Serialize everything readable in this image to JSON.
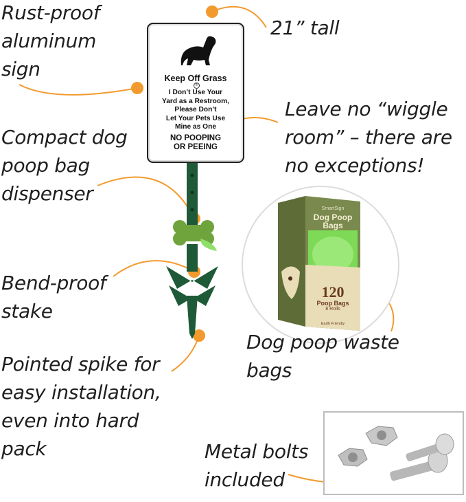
{
  "callouts": {
    "rust_proof": "Rust-proof\naluminum\nsign",
    "tall": "21” tall",
    "wiggle": "Leave no “wiggle\nroom” – there are\nno exceptions!",
    "dispenser": "Compact dog\npoop bag\ndispenser",
    "bend_proof": "Bend-proof\nstake",
    "waste_bags": "Dog poop waste\nbags",
    "spike": "Pointed spike for\neasy installation,\neven into hard\npack",
    "bolts": "Metal bolts\nincluded"
  },
  "sign": {
    "title": "Keep Off Grass",
    "body": "I Don’t Use Your\nYard as a Restroom,\nPlease Don’t\nLet Your Pets Use\nMine as One",
    "warning": "NO POOPING\nOR PEEING"
  },
  "box": {
    "brand": "SmartSign",
    "title": "Dog Poop\nBags",
    "count": "120",
    "subtitle": "Poop Bags",
    "rolls": "8 Rolls",
    "eco": "Earth Friendly"
  },
  "colors": {
    "accent_dot": "#F39A2E",
    "leader_line": "#F39A2E",
    "stake_green": "#1E5A37",
    "bag_green": "#7ED957",
    "box_olive": "#7A8A4E"
  },
  "icons": [
    "dog-silhouette-icon",
    "bone-dispenser-icon",
    "dog-poop-bag-box",
    "metal-bolts"
  ]
}
